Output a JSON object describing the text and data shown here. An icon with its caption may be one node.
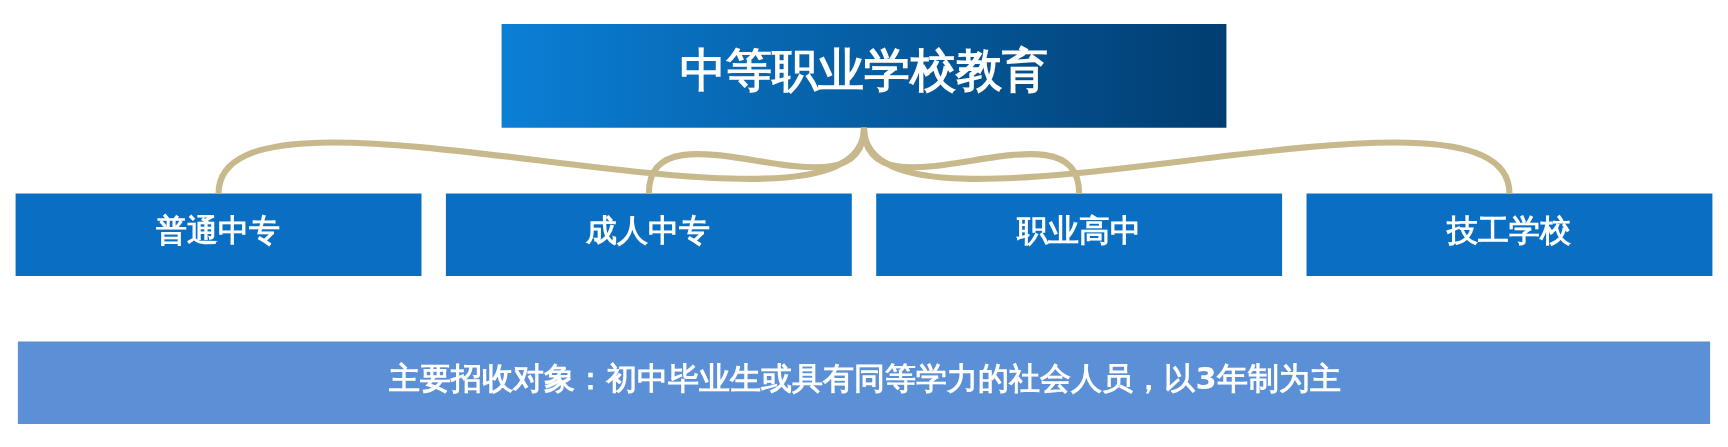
{
  "diagram": {
    "nodes": [
      {
        "text": [
          "中等职业学校教育"
        ]
      },
      {
        "text": [
          "普通中专"
        ]
      },
      {
        "text": [
          "成人中专"
        ]
      },
      {
        "text": [
          "职业高中"
        ]
      },
      {
        "text": [
          "技工学校"
        ]
      },
      {
        "text": [
          "主要招收对象：初中毕业生或具有同等学力的社会人员，以3年制为主"
        ]
      }
    ],
    "edges": [
      {
        "from": 0,
        "to": 1,
        "arrow": "none"
      },
      {
        "from": 0,
        "to": 2,
        "arrow": "none"
      },
      {
        "from": 0,
        "to": 3,
        "arrow": "none"
      },
      {
        "from": 0,
        "to": 4,
        "arrow": "none"
      }
    ]
  }
}
